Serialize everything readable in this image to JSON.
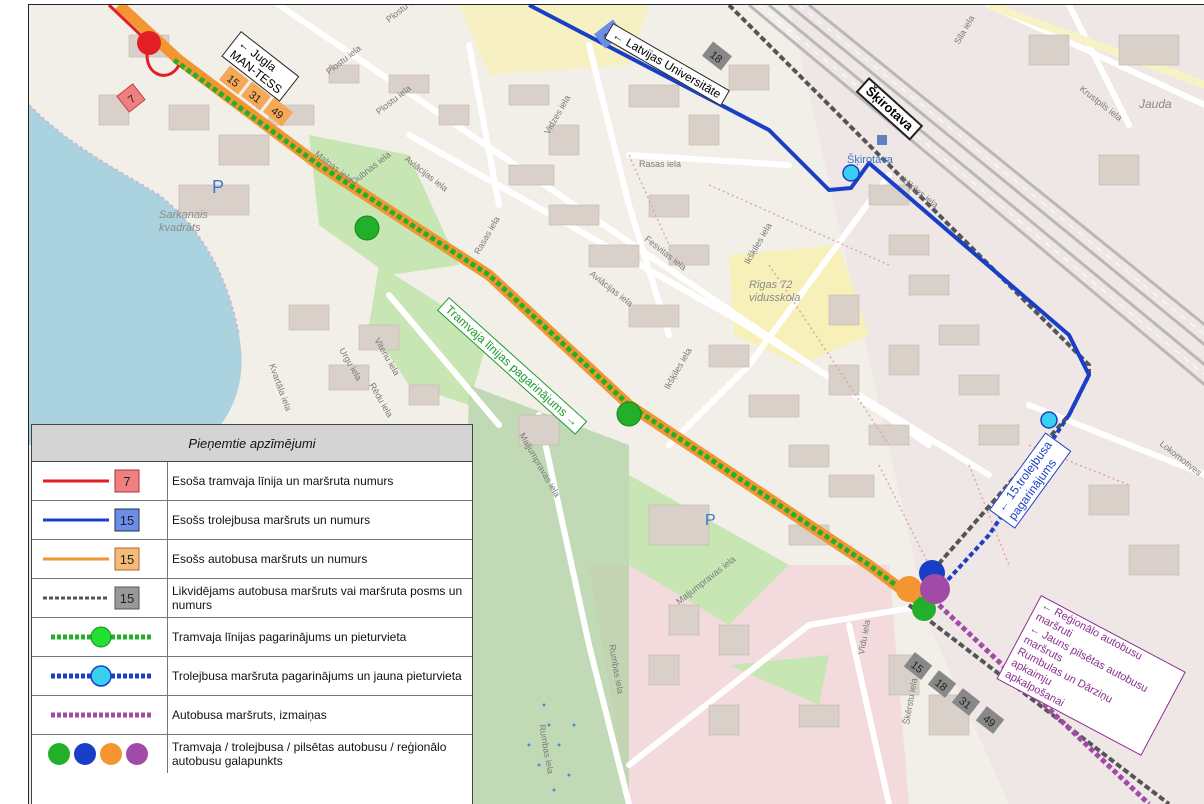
{
  "street_labels": [
    "Plostu iela",
    "Plostu iela",
    "Plostu iela",
    "Malnas iela",
    "Dubnas iela",
    "Aviācijas iela",
    "Vidzes iela",
    "Rasas iela",
    "Rasas iela",
    "Aviācijas iela",
    "Fesvitas iela",
    "Ikšķiles iela",
    "Ikšķiles iela",
    "Ikšķiles iela",
    "Krustpils iela",
    "Sila iela",
    "Vitenu iela",
    "Urgu iela",
    "Rēdu iela",
    "Kvartāla iela",
    "Maļjumpravas iela",
    "Maļjumpravas iela",
    "Rumbas iela",
    "Rumbas iela",
    "Vīdu iela",
    "Škērstu iela",
    "Lokomotives"
  ],
  "place_labels": {
    "sarkanais": "Sarkanais\nkvadrāts",
    "school": "Rīgas 72\nvidusskola",
    "jauda": "Jauda",
    "parking1": "P",
    "parking2": "P",
    "skirotava_station": "Šķirotava"
  },
  "callouts": {
    "jugla": "← Jugla\nMAN-TESS",
    "lu": "← Latvijas Universitāte",
    "skirotava": "Šķirotava",
    "tram_ext": "Tramvaja līnijas pagarinājums →",
    "trolley_ext": "← 15.trolejbusa\npagarinājums",
    "regional": "← Reģionālo autobusu maršruti\n← Jauns pilsētas autobusu maršruts\nRumbulas un Dārziņu apkaimju\napkalpošanai"
  },
  "badges": {
    "tram7": "7",
    "trolley15": "15",
    "bus15": "15",
    "bus31": "31",
    "bus49": "49",
    "elim18": "18",
    "bottom": [
      "15",
      "18",
      "31",
      "49"
    ]
  },
  "legend": {
    "title": "Pieņemtie apzīmējumi",
    "rows": [
      {
        "symbol": "red-line",
        "number": "7",
        "text": "Esoša tramvaja līnija un maršruta numurs"
      },
      {
        "symbol": "blue-line",
        "number": "15",
        "text": "Esošs trolejbusa maršruts un numurs"
      },
      {
        "symbol": "orange-line",
        "number": "15",
        "text": "Esošs autobusa maršruts un numurs"
      },
      {
        "symbol": "grey-dashed",
        "number": "15",
        "text": "Likvidējams autobusa maršruts vai maršruta posms un numurs"
      },
      {
        "symbol": "green-dashed-stop",
        "number": "",
        "text": "Tramvaja līnijas pagarinājums un pieturvieta"
      },
      {
        "symbol": "blue-dashed-stop",
        "number": "",
        "text": "Trolejbusa maršruta pagarinājums un jauna pieturvieta"
      },
      {
        "symbol": "purple-dashed",
        "number": "",
        "text": "Autobusa maršruts, izmaiņas"
      },
      {
        "symbol": "terminal-dots",
        "number": "",
        "text": "Tramvaja / trolejbusa / pilsētas autobusu / reģionālo autobusu galapunkts"
      }
    ]
  },
  "colors": {
    "tram": "#e31e24",
    "trolley": "#1a3fc7",
    "bus": "#f39530",
    "eliminated": "#555555",
    "tram_ext": "#22b02a",
    "trolley_stop": "#38d0f0",
    "purple": "#a24aa8",
    "water": "#aad3df",
    "green_area": "#c8e6b4"
  }
}
